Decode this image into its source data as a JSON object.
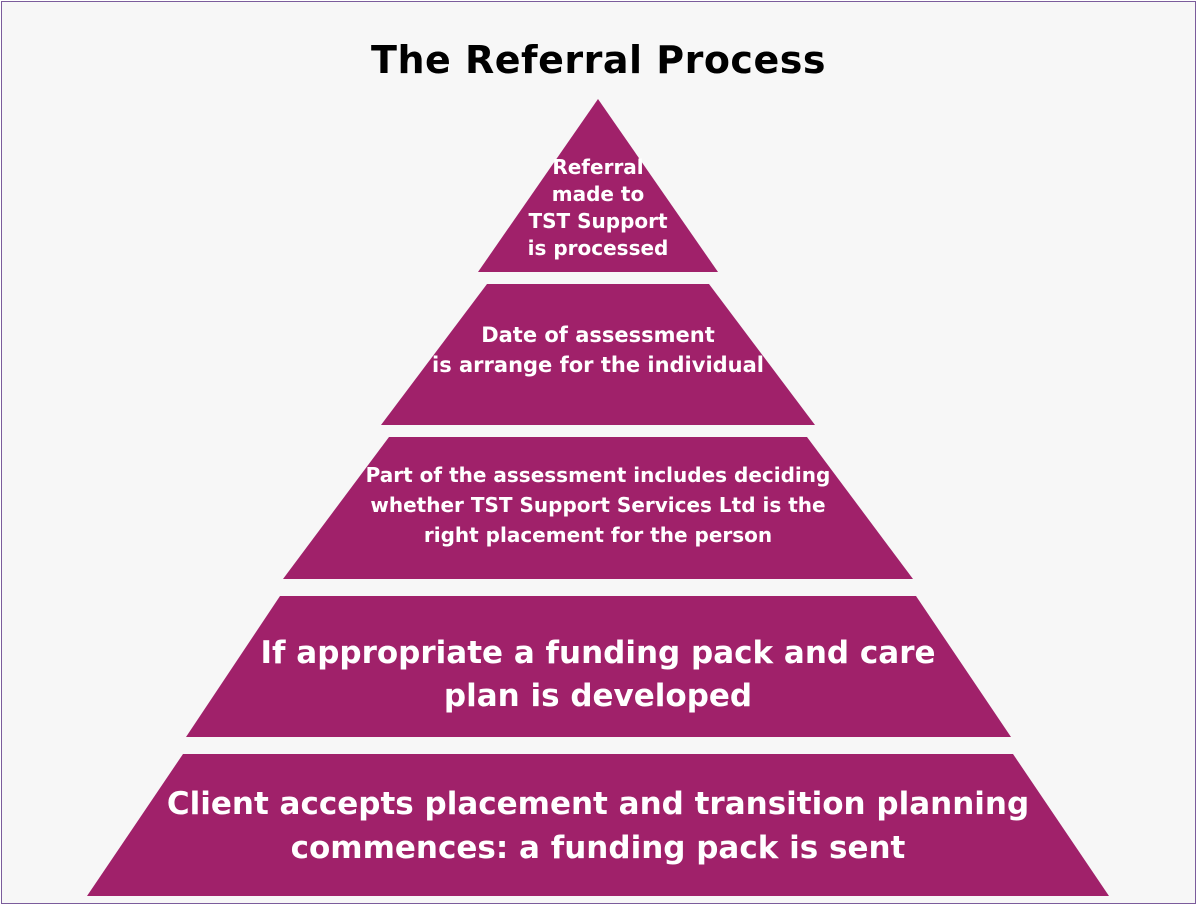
{
  "title": "The Referral Process",
  "colors": {
    "tier_fill": "#a0216a",
    "background": "#f7f7f7",
    "border": "#7b5c9c"
  },
  "tiers": [
    {
      "text": "Referral\nmade to\nTST Support\nis processed"
    },
    {
      "text": "Date of assessment\nis arrange for the individual"
    },
    {
      "text": "Part of the assessment includes deciding\nwhether TST Support Services Ltd is the\nright placement for the person"
    },
    {
      "text": "If appropriate a funding pack and care\nplan is developed"
    },
    {
      "text": "Client accepts placement and transition planning\ncommences: a funding pack is sent"
    }
  ]
}
